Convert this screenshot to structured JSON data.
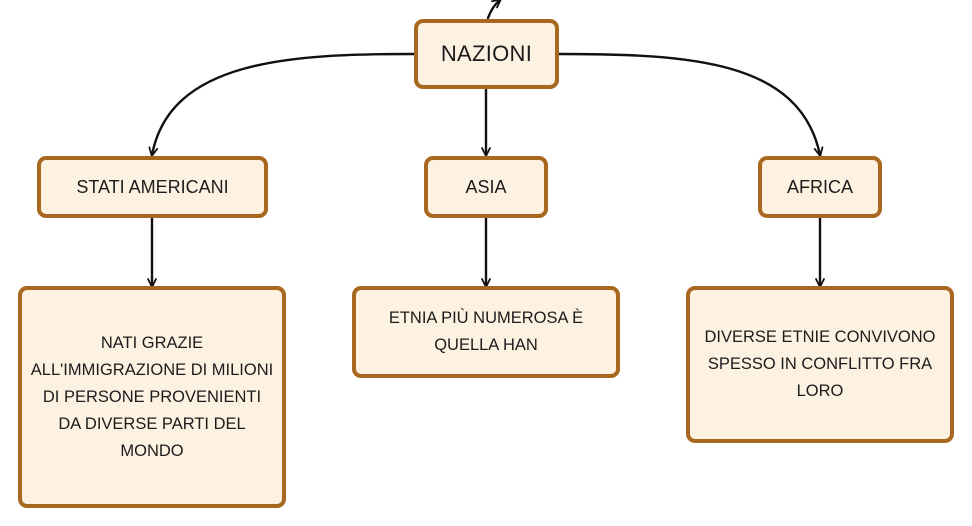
{
  "map": {
    "root": "NAZIONI",
    "branches": [
      {
        "title": "STATI AMERICANI",
        "detail": "NATI GRAZIE ALL'IMMIGRAZIONE DI MILIONI DI PERSONE PROVENIENTI DA DIVERSE PARTI DEL MONDO"
      },
      {
        "title": "ASIA",
        "detail": "ETNIA PIÙ NUMEROSA È QUELLA HAN"
      },
      {
        "title": "AFRICA",
        "detail": "DIVERSE ETNIE CONVIVONO SPESSO IN CONFLITTO FRA LORO"
      }
    ]
  },
  "colors": {
    "node_border": "#a8681f",
    "node_fill": "#fdf1e1",
    "connector": "#111111",
    "text": "#1c1c1c"
  }
}
